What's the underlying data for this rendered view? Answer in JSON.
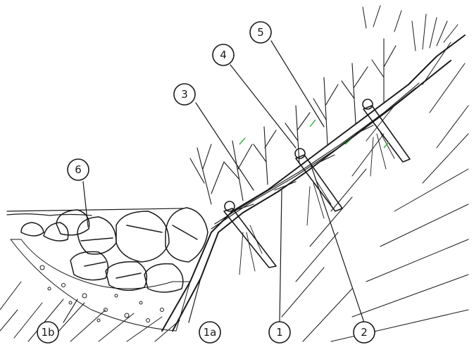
{
  "figure": {
    "ink_color": "#1a1a1a",
    "paper_color": "#ffffff",
    "accent_green": "#3aa83a"
  },
  "callouts": [
    {
      "id": "1",
      "label": "1"
    },
    {
      "id": "1a",
      "label": "1a"
    },
    {
      "id": "1b",
      "label": "1b"
    },
    {
      "id": "2",
      "label": "2"
    },
    {
      "id": "3",
      "label": "3"
    },
    {
      "id": "4",
      "label": "4"
    },
    {
      "id": "5",
      "label": "5"
    },
    {
      "id": "6",
      "label": "6"
    }
  ]
}
